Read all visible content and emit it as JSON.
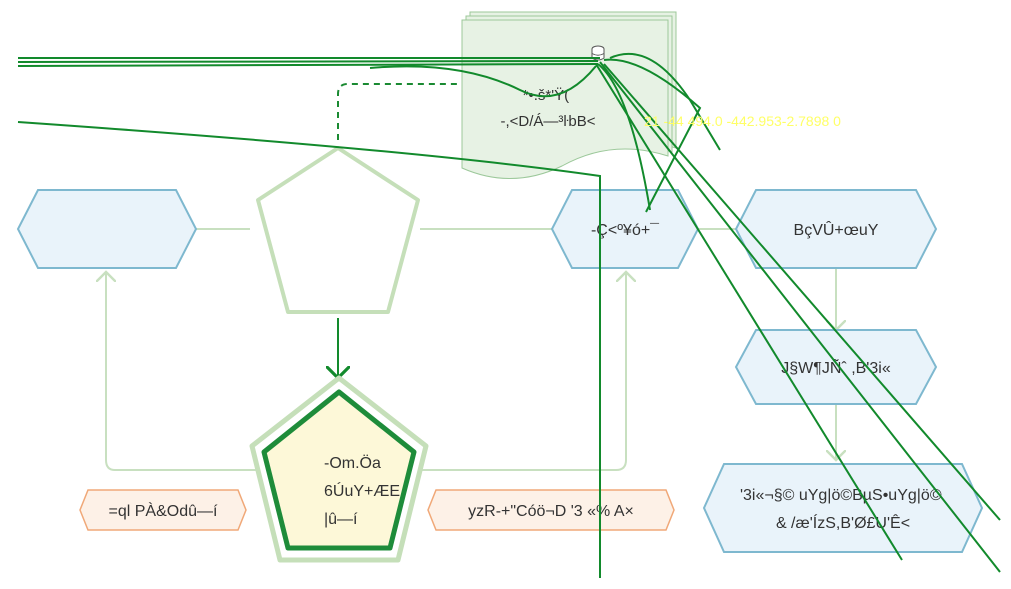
{
  "document": {
    "label": "*•.š*'Ÿ(\n-,<D/Á—³ŀbB<",
    "overlay_text": "21 -44 494.0 -442.953-2.7898 0"
  },
  "nodes": {
    "hex_left": {
      "label": ""
    },
    "pentagon_top": {
      "label": ""
    },
    "hex_middle": {
      "label": "-Ç<º¥ó+¯"
    },
    "hex_right": {
      "label": "BçVÛ+œuY"
    },
    "hex_right_mid": {
      "label": "J§W¶JÑˆ ,B'3i«"
    },
    "hex_right_bottom": {
      "lines": [
        "'3i«¬§© uYg|ö©BµS•uYg|ö©",
        "& /æ'ÍzS,B'Ø£U'Ê<"
      ]
    },
    "pentagon_bottom": {
      "lines": [
        "-Om.Öa",
        "6ÚuY+ÆE",
        "|û—í"
      ]
    }
  },
  "tags": {
    "left": {
      "label": "=ql PÀ&Odû—í"
    },
    "right": {
      "label": "yzR-+\"Cóö¬D '3 «% A×"
    }
  },
  "colors": {
    "hex_fill": "#e9f3fa",
    "hex_stroke": "#7eb8cf",
    "pentagon_stroke": "#c5dfb9",
    "pentagon_fill": "#ffffff",
    "active_fill": "#fdf8d8",
    "active_stroke": "#1e8c3a",
    "tag_fill": "#fdf1e7",
    "tag_stroke": "#f0a878",
    "connector": "#c8e0c0",
    "annotation_line": "#128a2c",
    "document_fill": "#e7f2e4",
    "document_stroke": "#9cc89a"
  },
  "icons": [
    "database-icon"
  ]
}
